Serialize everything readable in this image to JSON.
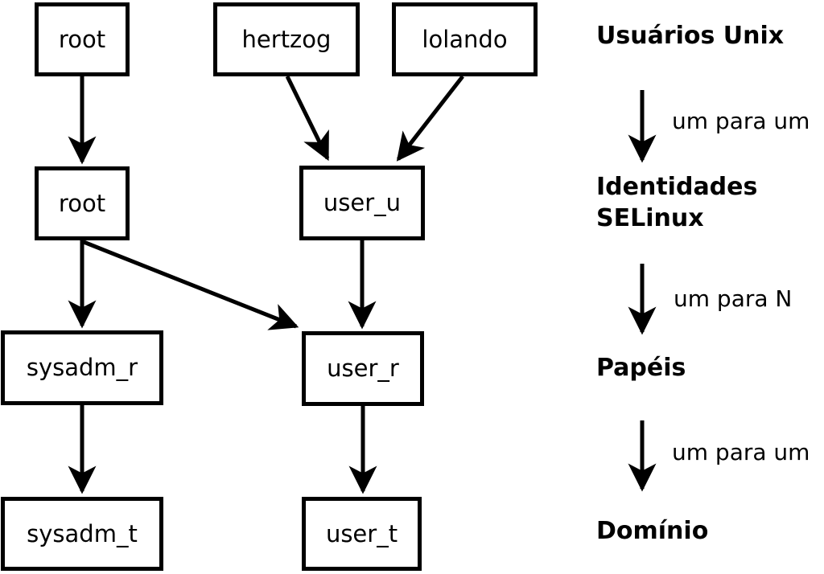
{
  "colors": {
    "stroke": "#000000",
    "background": "#ffffff",
    "box_fill": "#ffffff"
  },
  "nodes": {
    "root_unix": "root",
    "hertzog": "hertzog",
    "lolando": "lolando",
    "root_selinux": "root",
    "user_u": "user_u",
    "sysadm_r": "sysadm_r",
    "user_r": "user_r",
    "sysadm_t": "sysadm_t",
    "user_t": "user_t"
  },
  "legend": {
    "unix_users": "Usuários Unix",
    "one_to_one_a": "um para um",
    "identities_line1": "Identidades",
    "identities_line2": "SELinux",
    "one_to_n": "um para N",
    "roles": "Papéis",
    "one_to_one_b": "um para um",
    "domain": "Domínio"
  },
  "edges": [
    {
      "from": "root (Unix)",
      "to": "root (SELinux)"
    },
    {
      "from": "hertzog",
      "to": "user_u"
    },
    {
      "from": "lolando",
      "to": "user_u"
    },
    {
      "from": "root (SELinux)",
      "to": "sysadm_r"
    },
    {
      "from": "root (SELinux)",
      "to": "user_r"
    },
    {
      "from": "user_u",
      "to": "user_r"
    },
    {
      "from": "sysadm_r",
      "to": "sysadm_t"
    },
    {
      "from": "user_r",
      "to": "user_t"
    }
  ]
}
